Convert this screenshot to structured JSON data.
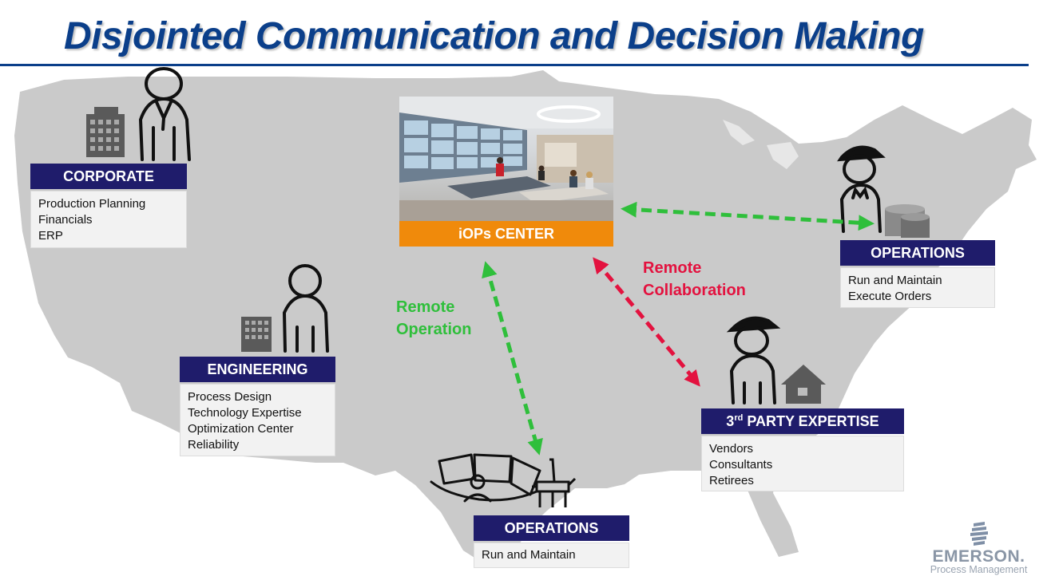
{
  "title": "Disjointed Communication and Decision Making",
  "colors": {
    "title": "#0b3f8a",
    "label_bg": "#1f1c6b",
    "center_label_bg": "#f08a0b",
    "remote_operation": "#2fbf3b",
    "remote_collaboration": "#e3123f",
    "map": "#cacaca"
  },
  "center": {
    "label": "iOPs CENTER"
  },
  "nodes": {
    "corporate": {
      "label": "CORPORATE",
      "items": [
        "Production Planning",
        "Financials",
        "ERP"
      ]
    },
    "engineering": {
      "label": "ENGINEERING",
      "items": [
        "Process Design",
        "Technology Expertise",
        "Optimization Center",
        "Reliability"
      ]
    },
    "operations_east": {
      "label": "OPERATIONS",
      "items": [
        "Run and Maintain",
        "Execute Orders"
      ]
    },
    "third_party": {
      "label_prefix": "3",
      "label_superscript": "rd",
      "label_rest": " PARTY EXPERTISE",
      "items": [
        "Vendors",
        "Consultants",
        "Retirees"
      ]
    },
    "operations_south": {
      "label": "OPERATIONS",
      "items": [
        "Run and Maintain"
      ]
    }
  },
  "annotations": {
    "remote_operation": [
      "Remote",
      "Operation"
    ],
    "remote_collaboration": [
      "Remote",
      "Collaboration"
    ]
  },
  "icons": [
    "building-icon",
    "person-suit-icon",
    "office-building-icon",
    "person-icon",
    "worker-hardhat-icon",
    "storage-tanks-icon",
    "house-icon",
    "oil-rig-icon",
    "monitor-workstation-icon",
    "control-room-photo"
  ],
  "logo": {
    "brand": "EMERSON.",
    "tagline": "Process Management"
  }
}
